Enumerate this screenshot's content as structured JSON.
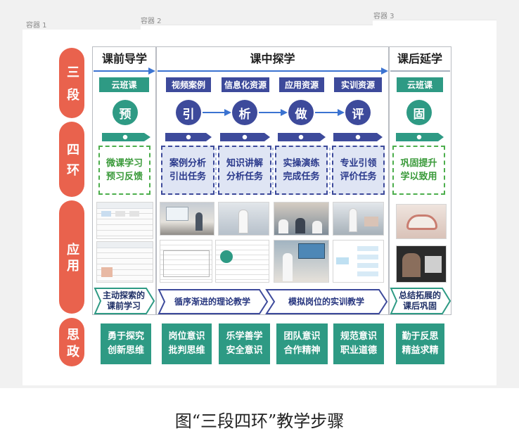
{
  "containers": {
    "c1": "容器 1",
    "c2": "容器 2",
    "c3": "容器 3"
  },
  "row_labels": [
    "三段",
    "四环",
    "应用",
    "思政"
  ],
  "stages": [
    "课前导学",
    "课中探学",
    "课后延学"
  ],
  "resources": [
    "云班课",
    "视频案例",
    "信息化资源",
    "应用资源",
    "实训资源",
    "云班课"
  ],
  "steps": [
    "预",
    "引",
    "析",
    "做",
    "评",
    "固"
  ],
  "links": [
    [
      "微课学习",
      "预习反馈"
    ],
    [
      "案例分析",
      "引出任务"
    ],
    [
      "知识讲解",
      "分析任务"
    ],
    [
      "实操演练",
      "完成任务"
    ],
    [
      "专业引领",
      "评价任务"
    ],
    [
      "巩固提升",
      "学以致用"
    ]
  ],
  "banners": {
    "pre": [
      "主动探索的",
      "课前学习"
    ],
    "theory": "循序渐进的理论教学",
    "practice": "模拟岗位的实训教学",
    "post": [
      "总结拓展的",
      "课后巩固"
    ]
  },
  "ideology": [
    [
      "勇于探究",
      "创新思维"
    ],
    [
      "岗位意识",
      "批判思维"
    ],
    [
      "乐学善学",
      "安全意识"
    ],
    [
      "团队意识",
      "合作精神"
    ],
    [
      "规范意识",
      "职业道德"
    ],
    [
      "勤于反思",
      "精益求精"
    ]
  ],
  "caption": "图“三段四环”教学步骤",
  "colors": {
    "row_label": "#e9624d",
    "navy": "#3d4a9b",
    "teal": "#2e9a84",
    "arrow_blue": "#3b73d1",
    "green_dash": "#4cae4c",
    "link_fill": "#dfe5f4"
  }
}
